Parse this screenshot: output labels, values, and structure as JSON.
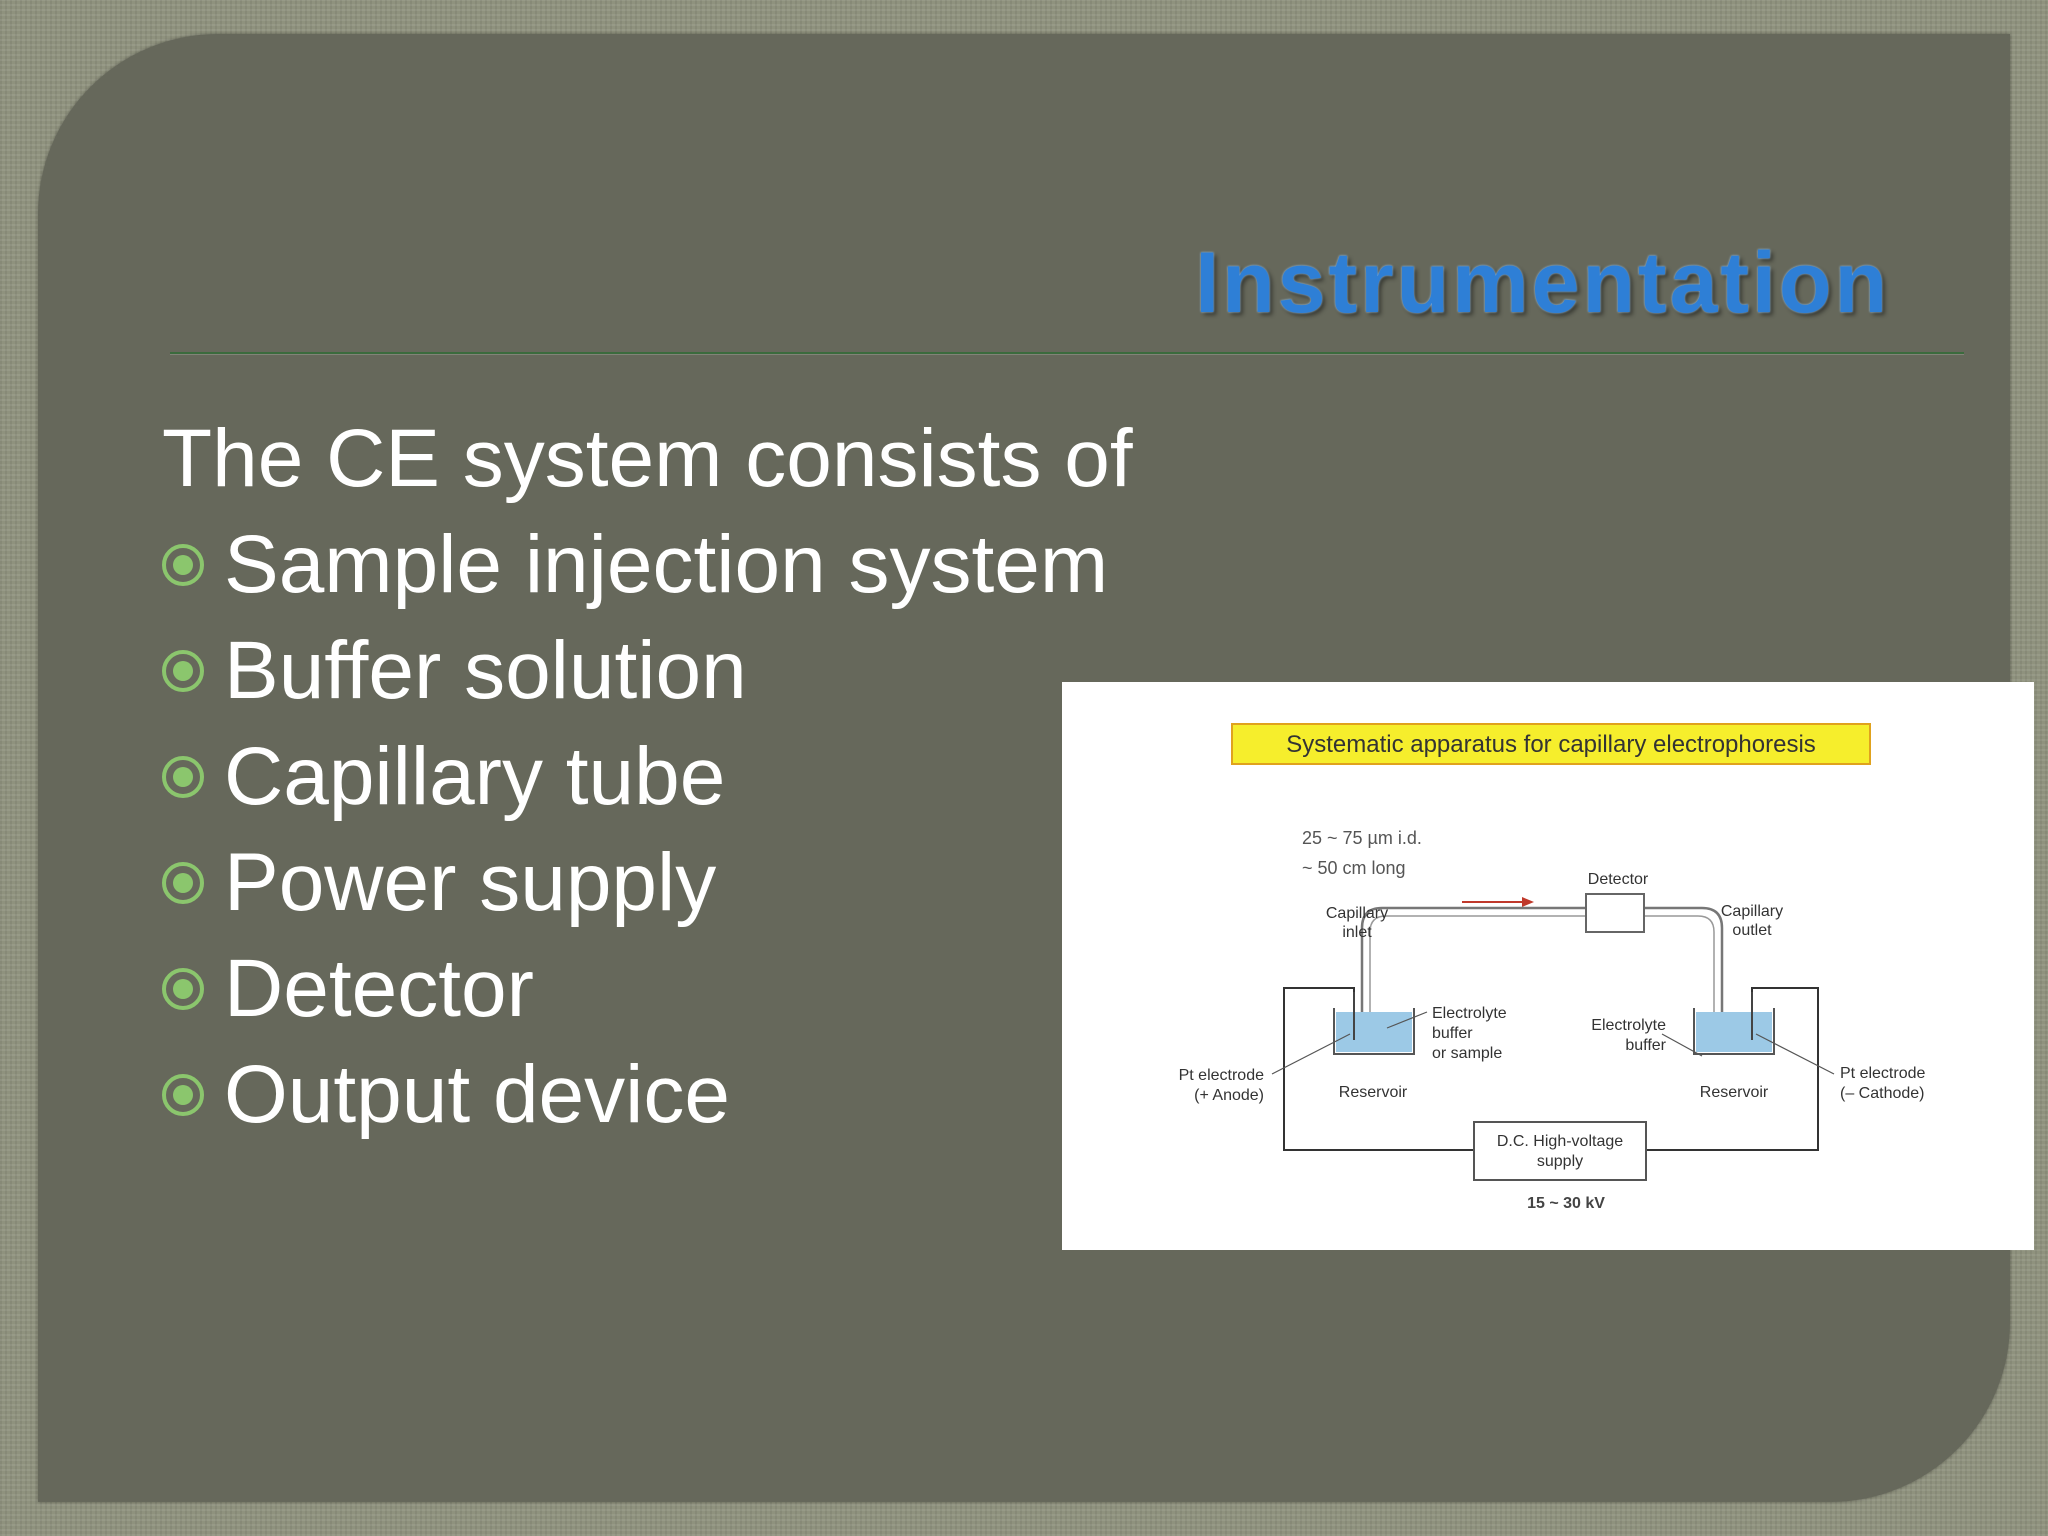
{
  "slide": {
    "title": "Instrumentation",
    "intro": "The CE system consists of",
    "bullets": [
      "Sample injection system",
      "Buffer solution",
      "Capillary tube",
      "Power supply",
      "Detector",
      "Output device"
    ]
  },
  "diagram": {
    "caption": "Systematic apparatus for capillary electrophoresis",
    "spec_line1": "25 ~ 75 µm i.d.",
    "spec_line2": "~ 50 cm long",
    "detector": "Detector",
    "inlet_line1": "Capillary",
    "inlet_line2": "inlet",
    "outlet_line1": "Capillary",
    "outlet_line2": "outlet",
    "left_buffer_line1": "Electrolyte",
    "left_buffer_line2": "buffer",
    "left_buffer_line3": "or sample",
    "right_buffer_line1": "Electrolyte",
    "right_buffer_line2": "buffer",
    "reservoir_left": "Reservoir",
    "reservoir_right": "Reservoir",
    "anode_line1": "Pt electrode",
    "anode_line2": "(+ Anode)",
    "cathode_line1": "Pt electrode",
    "cathode_line2": "(– Cathode)",
    "supply_line1": "D.C. High-voltage",
    "supply_line2": "supply",
    "voltage": "15 ~ 30 kV"
  },
  "colors": {
    "title": "#2e7fd6",
    "bullet": "#8bc66d",
    "slide_background": "#66685b",
    "caption_box": "#f6ee2c",
    "buffer_fill": "#9cc9e6"
  }
}
